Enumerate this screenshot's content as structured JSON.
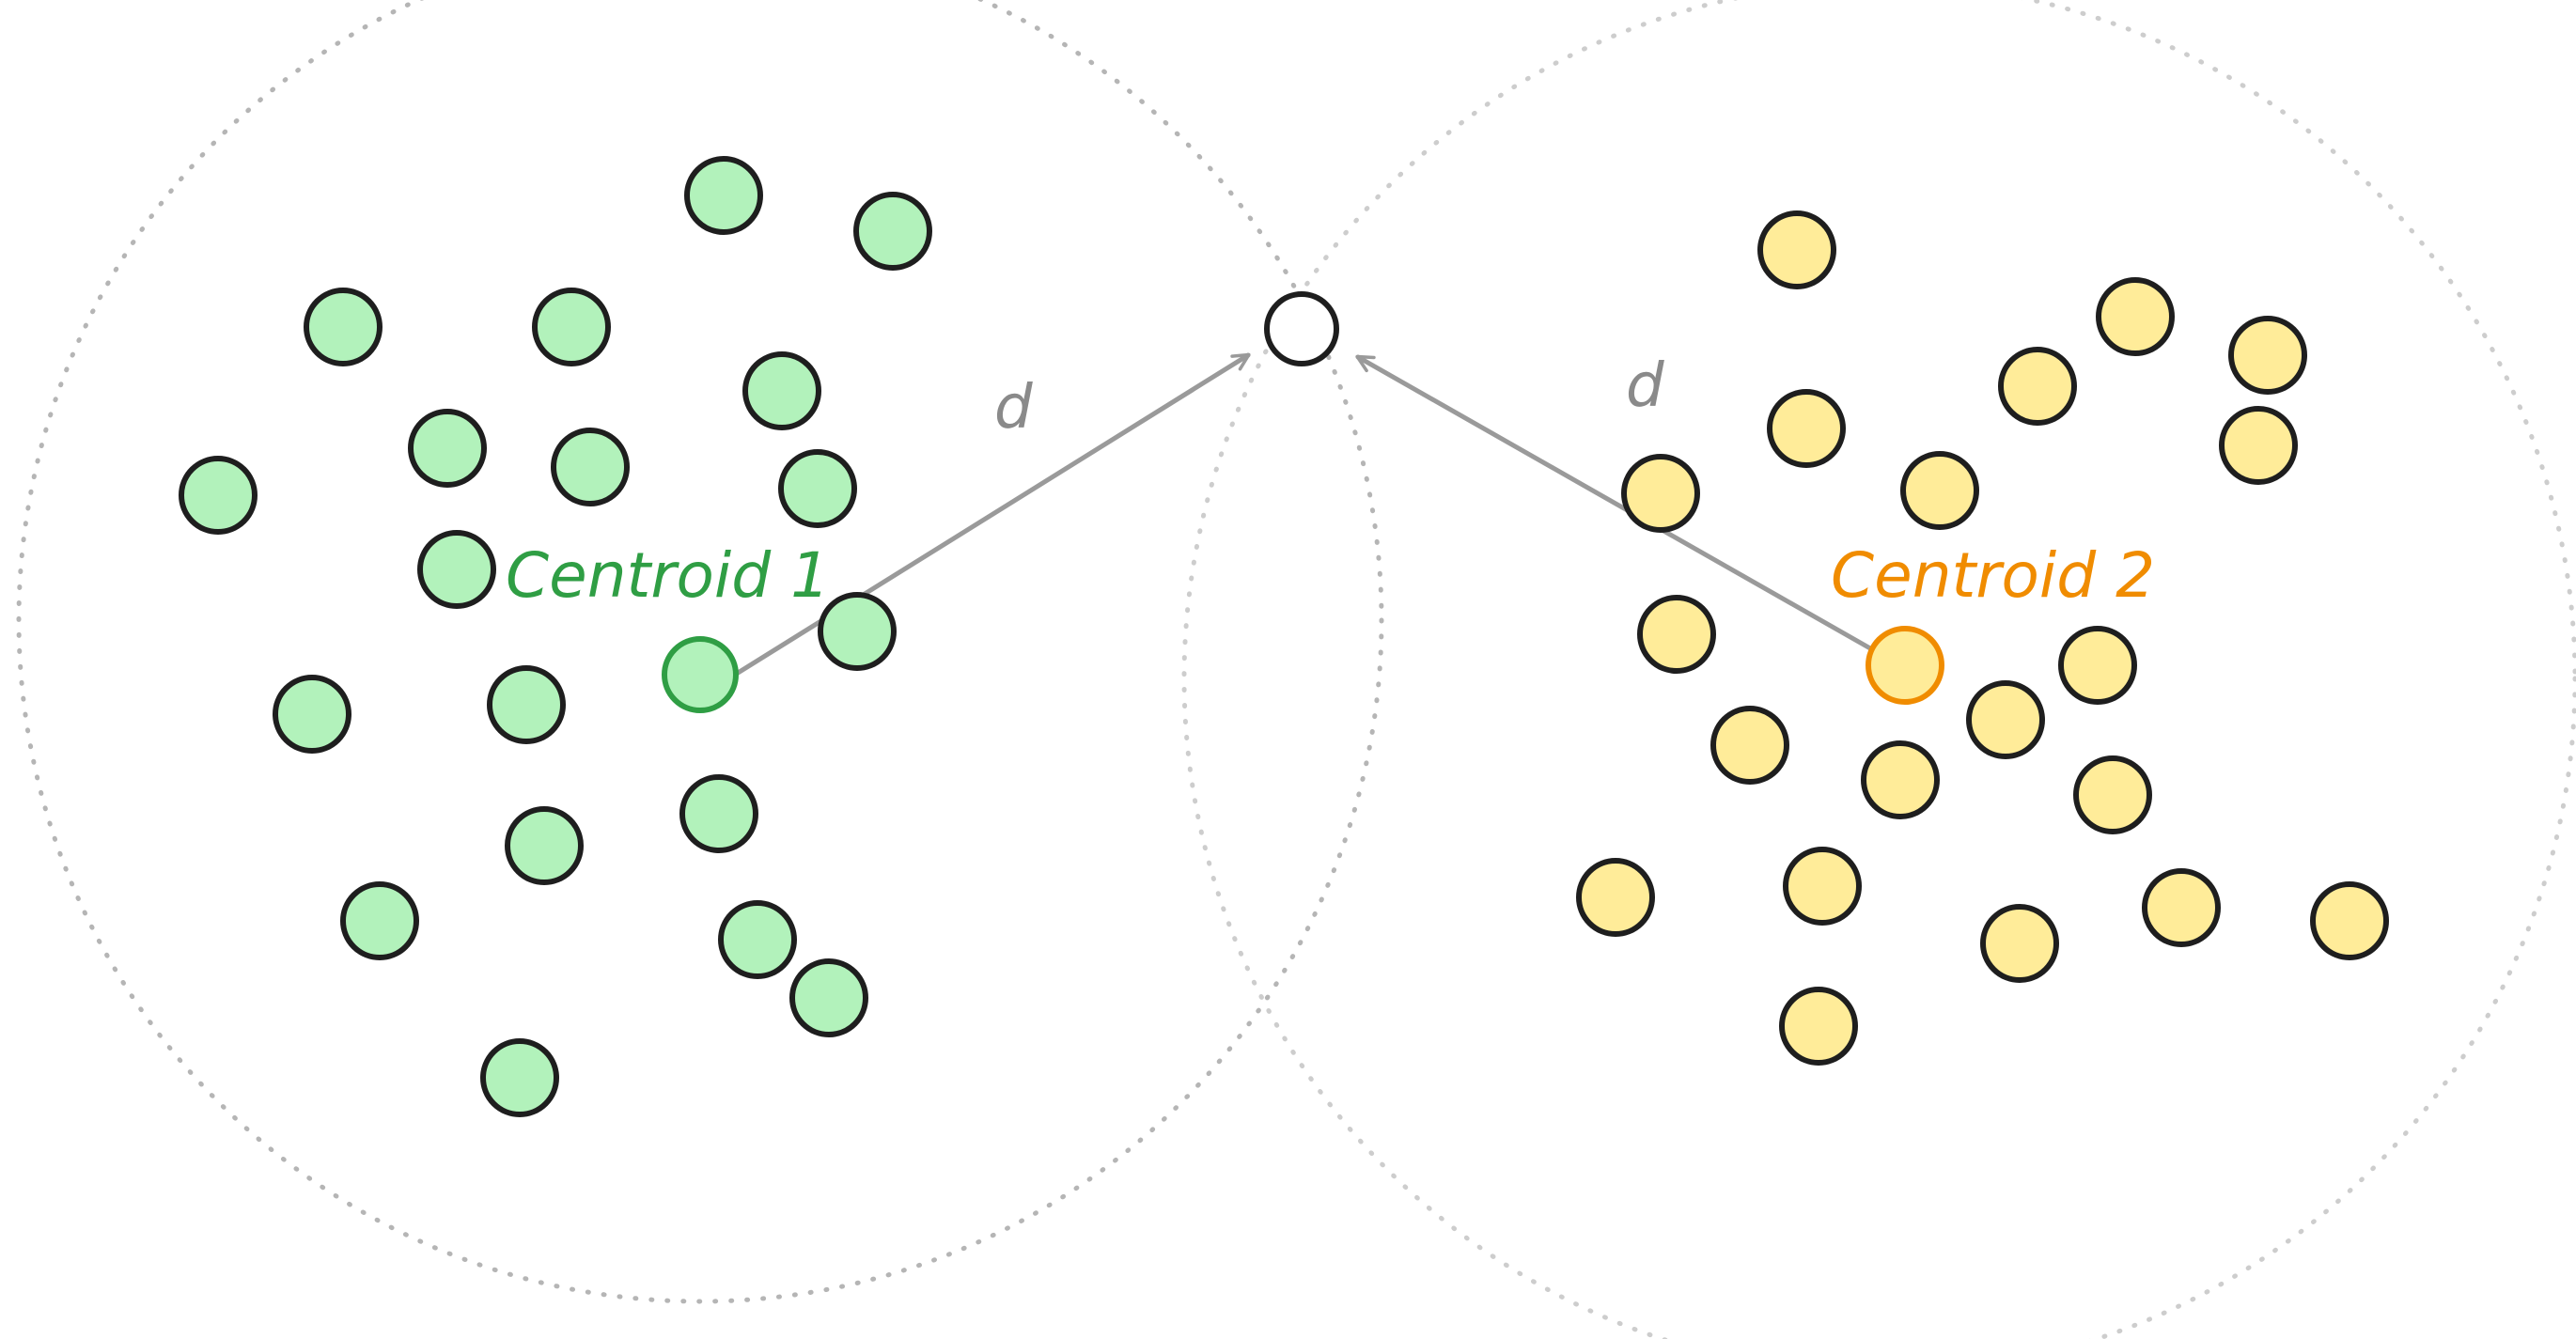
{
  "clusters": [
    {
      "id": "cluster-1",
      "point_fill": "#b2f2bb",
      "centroid_stroke": "#2f9e44",
      "label_color": "#2f9e44",
      "centroid_label": "Centroid 1"
    },
    {
      "id": "cluster-2",
      "point_fill": "#ffec99",
      "centroid_stroke": "#f08c00",
      "label_color": "#f08c00",
      "centroid_label": "Centroid 2"
    }
  ],
  "distance_label": "d",
  "colors": {
    "point_stroke": "#1e1e1e",
    "arrow": "#9a9a9a",
    "boundary": "#b5b5b5",
    "distance_label": "#8a8a8a",
    "query_point_fill": "#ffffff"
  }
}
